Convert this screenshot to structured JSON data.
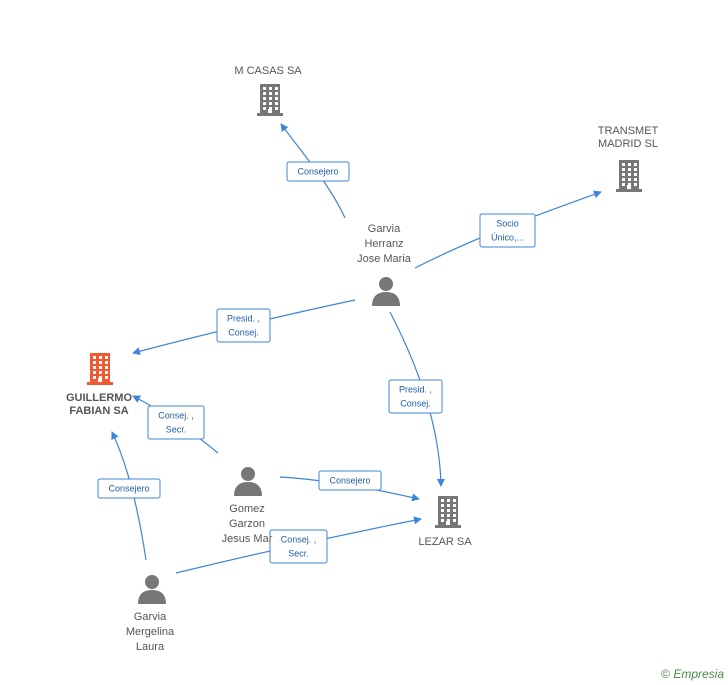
{
  "colors": {
    "company": "#777777",
    "focus_company": "#f05a32",
    "person": "#777777",
    "edge": "#3d85d8"
  },
  "nodes": [
    {
      "id": "mcasas",
      "type": "company",
      "label_lines": [
        "M CASAS SA"
      ]
    },
    {
      "id": "transmet",
      "type": "company",
      "label_lines": [
        "TRANSMET",
        "MADRID  SL"
      ]
    },
    {
      "id": "guillermo",
      "type": "company",
      "focus": true,
      "label_lines": [
        "GUILLERMO",
        "FABIAN SA"
      ]
    },
    {
      "id": "lezar",
      "type": "company",
      "label_lines": [
        "LEZAR SA"
      ]
    },
    {
      "id": "garviaherranz",
      "type": "person",
      "label_lines": [
        "Garvia",
        "Herranz",
        "Jose Maria"
      ]
    },
    {
      "id": "gomez",
      "type": "person",
      "label_lines": [
        "Gomez",
        "Garzon",
        "Jesus Mar"
      ]
    },
    {
      "id": "garviamergelina",
      "type": "person",
      "label_lines": [
        "Garvia",
        "Mergelina",
        "Laura"
      ]
    }
  ],
  "edges": [
    {
      "from": "garviaherranz",
      "to": "mcasas",
      "label_lines": [
        "Consejero"
      ]
    },
    {
      "from": "garviaherranz",
      "to": "transmet",
      "label_lines": [
        "Socio",
        "Único,..."
      ]
    },
    {
      "from": "garviaherranz",
      "to": "guillermo",
      "label_lines": [
        "Presid. ,",
        "Consej."
      ]
    },
    {
      "from": "garviaherranz",
      "to": "lezar",
      "label_lines": [
        "Presid. ,",
        "Consej."
      ]
    },
    {
      "from": "gomez",
      "to": "guillermo",
      "label_lines": [
        "Consej. ,",
        "Secr."
      ]
    },
    {
      "from": "gomez",
      "to": "lezar",
      "label_lines": [
        "Consejero"
      ]
    },
    {
      "from": "garviamergelina",
      "to": "guillermo",
      "label_lines": [
        "Consejero"
      ]
    },
    {
      "from": "garviamergelina",
      "to": "lezar",
      "label_lines": [
        "Consej. ,",
        "Secr."
      ]
    }
  ],
  "footer": {
    "copyright": "©",
    "brand": "Empresia"
  }
}
